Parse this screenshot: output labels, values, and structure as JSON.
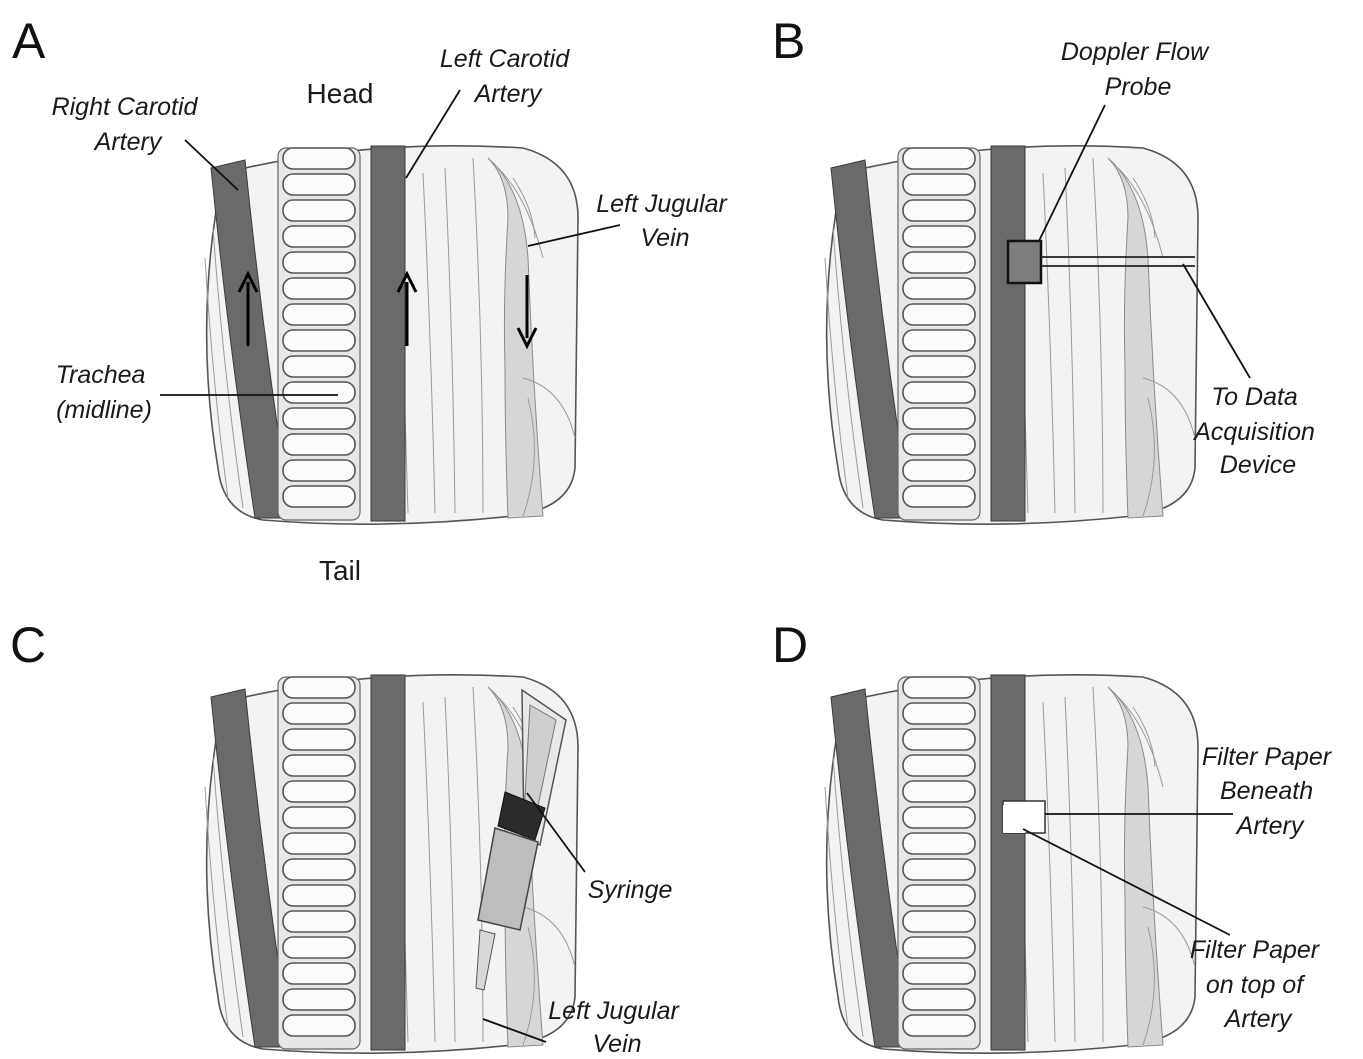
{
  "panels": {
    "a": {
      "letter": "A",
      "head": "Head",
      "tail": "Tail",
      "right_carotid": [
        "Right Carotid",
        "Artery"
      ],
      "left_carotid": [
        "Left Carotid",
        "Artery"
      ],
      "left_jugular": [
        "Left Jugular",
        "Vein"
      ],
      "trachea": [
        "Trachea",
        "(midline)"
      ]
    },
    "b": {
      "letter": "B",
      "probe": [
        "Doppler Flow",
        "Probe"
      ],
      "daq": [
        "To Data",
        "Acquisition",
        "Device"
      ]
    },
    "c": {
      "letter": "C",
      "syringe": "Syringe",
      "left_jugular": [
        "Left Jugular",
        "Vein"
      ]
    },
    "d": {
      "letter": "D",
      "beneath": [
        "Filter Paper",
        "Beneath",
        "Artery"
      ],
      "on_top": [
        "Filter Paper",
        "on top of",
        "Artery"
      ]
    }
  }
}
